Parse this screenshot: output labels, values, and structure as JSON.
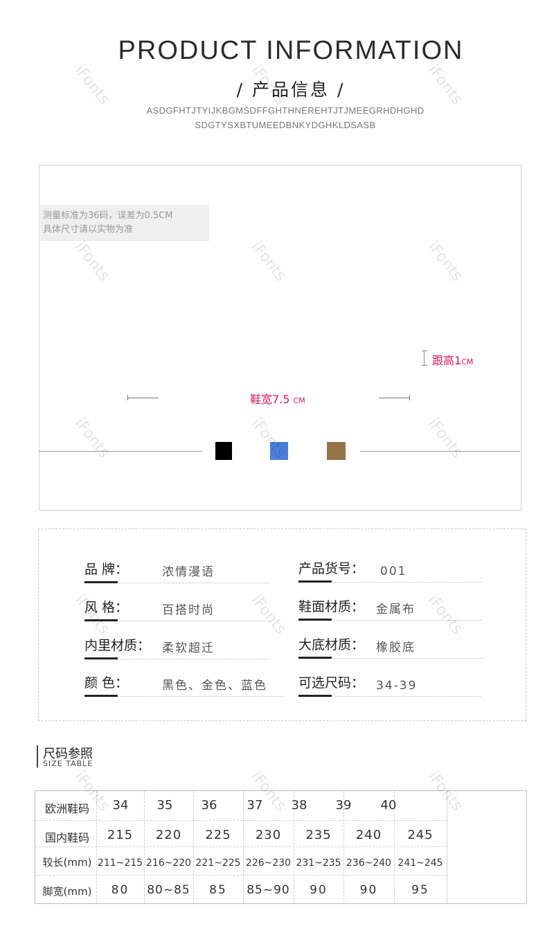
{
  "header": {
    "title": "PRODUCT  INFORMATION",
    "subtitle": "/ 产品信息 /",
    "code_line1": "ASDGFHTJTYIJKBGMSDFFGHTHNEREHTJTJMEEGRHDHGHD",
    "code_line2": "SDGTYSXBTUMEEDBNKYDGHKLDSASB"
  },
  "image_panel": {
    "note_line1": "测量标准为36码，误差为0.5CM",
    "note_line2": "具体尺寸请以实物为准",
    "heel_label": "跟高1",
    "heel_unit": "CM",
    "width_label": "鞋宽7.5",
    "width_unit": "CM",
    "swatches": [
      "#000000",
      "#4a7fdc",
      "#957248"
    ]
  },
  "info": {
    "brand_label": "品    牌：",
    "brand_value": "浓情漫语",
    "style_label": "风    格：",
    "style_value": "百搭时尚",
    "lining_label": "内里材质：",
    "lining_value": "柔软超迁",
    "color_label": "颜    色：",
    "color_value": "黑色、金色、蓝色",
    "sku_label": "产品货号：",
    "sku_value": "001",
    "upper_label": "鞋面材质：",
    "upper_value": "金属布",
    "sole_label": "大底材质：",
    "sole_value": "橡胶底",
    "sizes_label": "可选尺码：",
    "sizes_value": "34-39"
  },
  "size_table": {
    "title_cn": "尺码参照",
    "title_en": "SIZE TABLE",
    "rows": [
      {
        "label": "欧洲鞋码",
        "cells": [
          "34",
          "35",
          "36",
          "37",
          "38",
          "39",
          "40"
        ]
      },
      {
        "label": "国内鞋码",
        "cells": [
          "215",
          "220",
          "225",
          "230",
          "235",
          "240",
          "245"
        ]
      },
      {
        "label": "较长(mm)",
        "cells": [
          "211~215",
          "216~220",
          "221~225",
          "226~230",
          "231~235",
          "236~240",
          "241~245"
        ]
      },
      {
        "label": "脚宽(mm)",
        "cells": [
          "80",
          "80~85",
          "85",
          "85~90",
          "90",
          "90",
          "95"
        ]
      }
    ]
  },
  "watermark": "iFonts"
}
